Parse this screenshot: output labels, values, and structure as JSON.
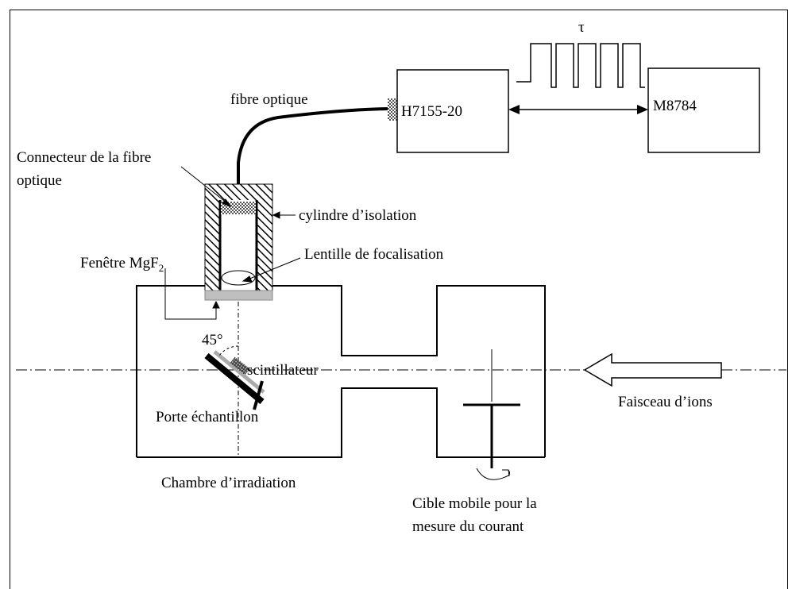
{
  "labels": {
    "fibre": "fibre optique",
    "connector_line1": "Connecteur de la  fibre",
    "connector_line2": "optique",
    "cylinder": "cylindre d’isolation",
    "lens": "Lentille de focalisation",
    "window": "Fenêtre MgF",
    "window_sub": "2",
    "angle": "45°",
    "scintillator": "scintillateur",
    "holder": "Porte échantillon",
    "chamber": "Chambre d’irradiation",
    "target_line1": "Cible mobile pour la",
    "target_line2": "mesure du courant",
    "beam": "Faisceau d’ions",
    "device1": "H7155-20",
    "device2": "M8784",
    "tau": "τ"
  }
}
